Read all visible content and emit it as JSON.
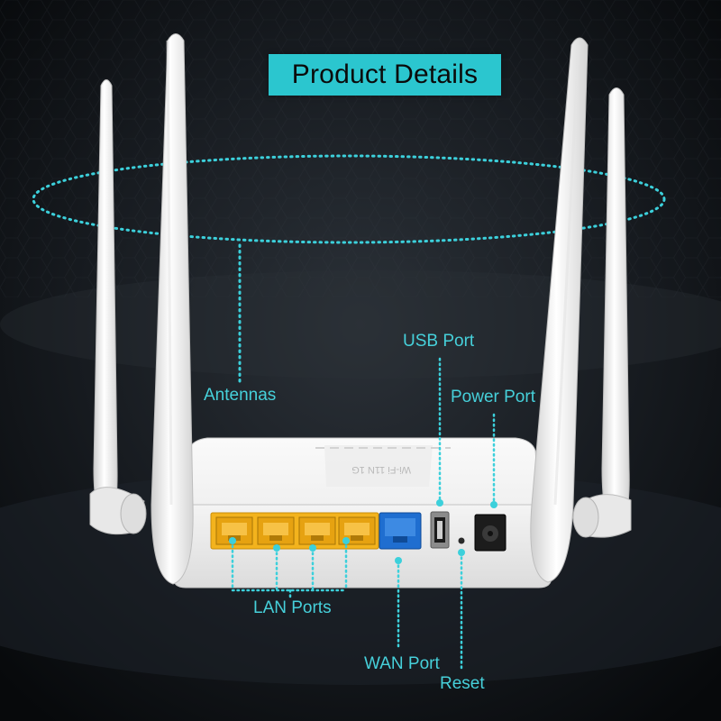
{
  "title": "Product Details",
  "labels": {
    "antennas": "Antennas",
    "usb_port": "USB Port",
    "power_port": "Power Port",
    "lan_ports": "LAN Ports",
    "wan_port": "WAN Port",
    "reset": "Reset"
  },
  "device": {
    "model_text": "Wi-Fi 11N 1G"
  },
  "colors": {
    "accent": "#2bc6cf",
    "label_text": "#46d0da",
    "lan_port": "#f3b31d",
    "wan_port": "#1f6ed0",
    "router_body": "#f1f1f1",
    "background": "#0b0e12"
  }
}
